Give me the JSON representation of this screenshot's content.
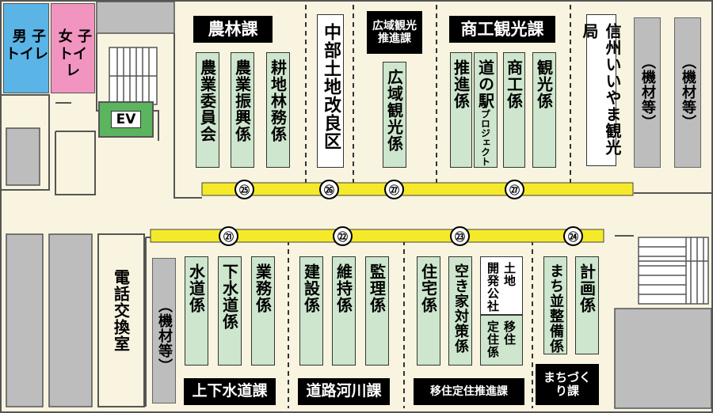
{
  "colors": {
    "floor": "#f8f4e0",
    "wall": "#bdbdbd",
    "corridor_bar": "#f5ea2a",
    "desk": "#cde6cd",
    "mens_toilet": "#5ab4e6",
    "womens_toilet": "#f294c0",
    "elevator": "#5bb55e",
    "header_bg": "#000000"
  },
  "toilets": {
    "mens": {
      "line1": "男 子",
      "line2": "トイレ"
    },
    "womens": {
      "line1": "女 子",
      "line2": "トイレ"
    }
  },
  "elevator": "EV",
  "phone_room": "電話交換室",
  "headers": {
    "nourin": "農林課",
    "kouiki": "広域観光推進課",
    "shoukou": "商工観光課",
    "jougesuidou": "上下水道課",
    "dourokasen": "道路河川課",
    "ijuu": "移住定住推進課",
    "machizukuri": "まちづくり課"
  },
  "desks_top": {
    "nougyou_iinkai": "農業委員会",
    "nougyou_shinkou": "農業振興係",
    "kouchi_rinmu": "耕地林務係",
    "chubu_tochi": "中部土地改良区",
    "kouiki_kankou": "広域観光係",
    "suishin": "推進係",
    "michinoeki_1": "道の駅",
    "michinoeki_2": "プロジェクト",
    "shoukou": "商工係",
    "kankou": "観光係",
    "shinshu_iiyama": "信州いいやま観光局",
    "kizai_1": "（機材等）",
    "kizai_2": "（機材等）"
  },
  "desks_bottom": {
    "kizai": "（機材等）",
    "suidou": "水道係",
    "gesuidou": "下水道係",
    "gyoumu": "業務係",
    "kensetsu": "建設係",
    "iji": "維持係",
    "kanri": "監理係",
    "juutaku": "住宅係",
    "akiya": "空き家対策係",
    "tochi_kaihatsu_1": "土地",
    "tochi_kaihatsu_2": "開発公社",
    "ijuu_teijuu_1": "移住",
    "ijuu_teijuu_2": "定住係",
    "machi_seibi": "まち並整備係",
    "keikaku": "計画係"
  },
  "numbers": [
    "㉑",
    "㉒",
    "㉓",
    "㉔",
    "㉕",
    "㉖",
    "㉗",
    "㉗"
  ]
}
